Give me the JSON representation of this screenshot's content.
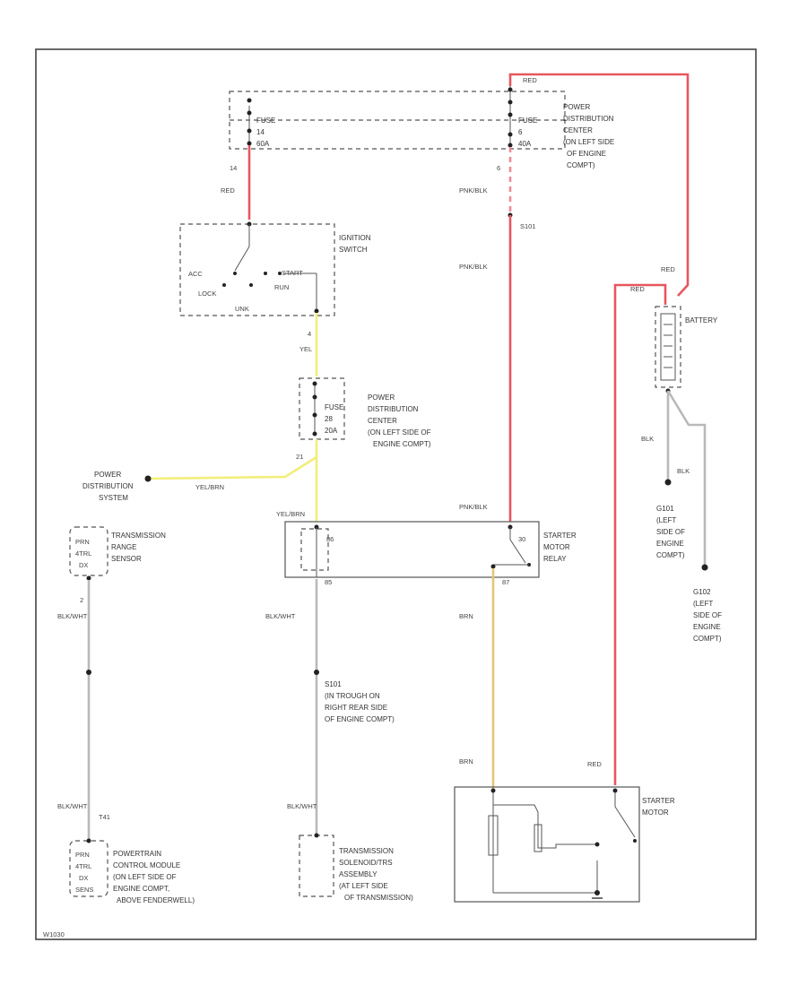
{
  "colors": {
    "red_wire": "#e8565f",
    "pink_wire": "#ee8a95",
    "yellow_wire": "#f2ee7a",
    "brown_wire": "#e3c777",
    "gray_wire": "#b9b9b9"
  },
  "fuse_top": {
    "left_label": "FUSE",
    "left_num": "14",
    "left_amp": "60A",
    "right_num": "6",
    "right_amp": "40A",
    "center_text": [
      "POWER",
      "DISTRIBUTION",
      "CENTER",
      "(ON LEFT SIDE",
      "OF ENGINE",
      "COMPT)"
    ]
  },
  "fuse_mid": {
    "label": "FUSE",
    "num": "28",
    "amp": "20A",
    "center_text": [
      "POWER",
      "DISTRIBUTION",
      "CENTER",
      "(ON LEFT SIDE OF",
      "ENGINE COMPT)"
    ]
  },
  "ignition": {
    "title": [
      "IGNITION",
      "SWITCH"
    ],
    "acc": "ACC",
    "lock": "LOCK",
    "start": "START",
    "run": "RUN",
    "unk": "UNK"
  },
  "relay": {
    "title": [
      "STARTER",
      "MOTOR",
      "RELAY"
    ],
    "pin30": "30",
    "pin86": "86",
    "pin85": "85",
    "pin87": "87"
  },
  "battery": {
    "title": "BATTERY"
  },
  "starter": {
    "title": [
      "STARTER",
      "MOTOR"
    ]
  },
  "wires": {
    "top_red": "RED",
    "left_14": "14",
    "left_red": "RED",
    "pnk_blk_1": "PNK/BLK",
    "pin_6": "6",
    "splice_s101": "S101",
    "pnk_blk_2": "PNK/BLK",
    "pnk_blk_3": "PNK/BLK",
    "red_right": "RED",
    "red_batt": "RED",
    "yel": "YEL",
    "pin_4": "4",
    "yel_brn_1": "YEL/BRN",
    "yel_brn_2": "YEL/BRN",
    "pin_21": "21",
    "pin_2": "2",
    "blk_wht_1": "BLK/WHT",
    "blk_wht_2": "BLK/WHT",
    "blk_wht_3": "BLK/WHT",
    "blk_wht_4": "BLK/WHT",
    "brn_1": "BRN",
    "brn_2": "BRN",
    "red_starter": "RED",
    "blk_1": "BLK",
    "blk_2": "BLK",
    "pin_t41": "T41"
  },
  "power_dist_system": [
    "POWER",
    "DISTRIBUTION",
    "SYSTEM"
  ],
  "trs": {
    "title": [
      "TRANSMISSION",
      "RANGE",
      "SENSOR"
    ],
    "inner": [
      "PRN",
      "4TRL",
      "DX"
    ]
  },
  "pcm": {
    "title": [
      "POWERTRAIN",
      "CONTROL MODULE",
      "(ON LEFT SIDE OF",
      "ENGINE COMPT,",
      "ABOVE FENDERWELL)"
    ],
    "inner": [
      "PRN",
      "4TRL",
      "DX",
      "SENS"
    ]
  },
  "solenoid": {
    "title": [
      "TRANSMISSION",
      "SOLENOID/TRS",
      "ASSEMBLY",
      "(AT LEFT SIDE",
      "OF TRANSMISSION)"
    ]
  },
  "ground_s101": [
    "S101",
    "(IN TROUGH ON",
    "RIGHT REAR SIDE",
    "OF ENGINE COMPT)"
  ],
  "ground_g101": [
    "G101",
    "(LEFT",
    "SIDE OF",
    "ENGINE",
    "COMPT)"
  ],
  "ground_g102": [
    "G102",
    "(LEFT",
    "SIDE OF",
    "ENGINE",
    "COMPT)"
  ],
  "footer_code": "W1030"
}
